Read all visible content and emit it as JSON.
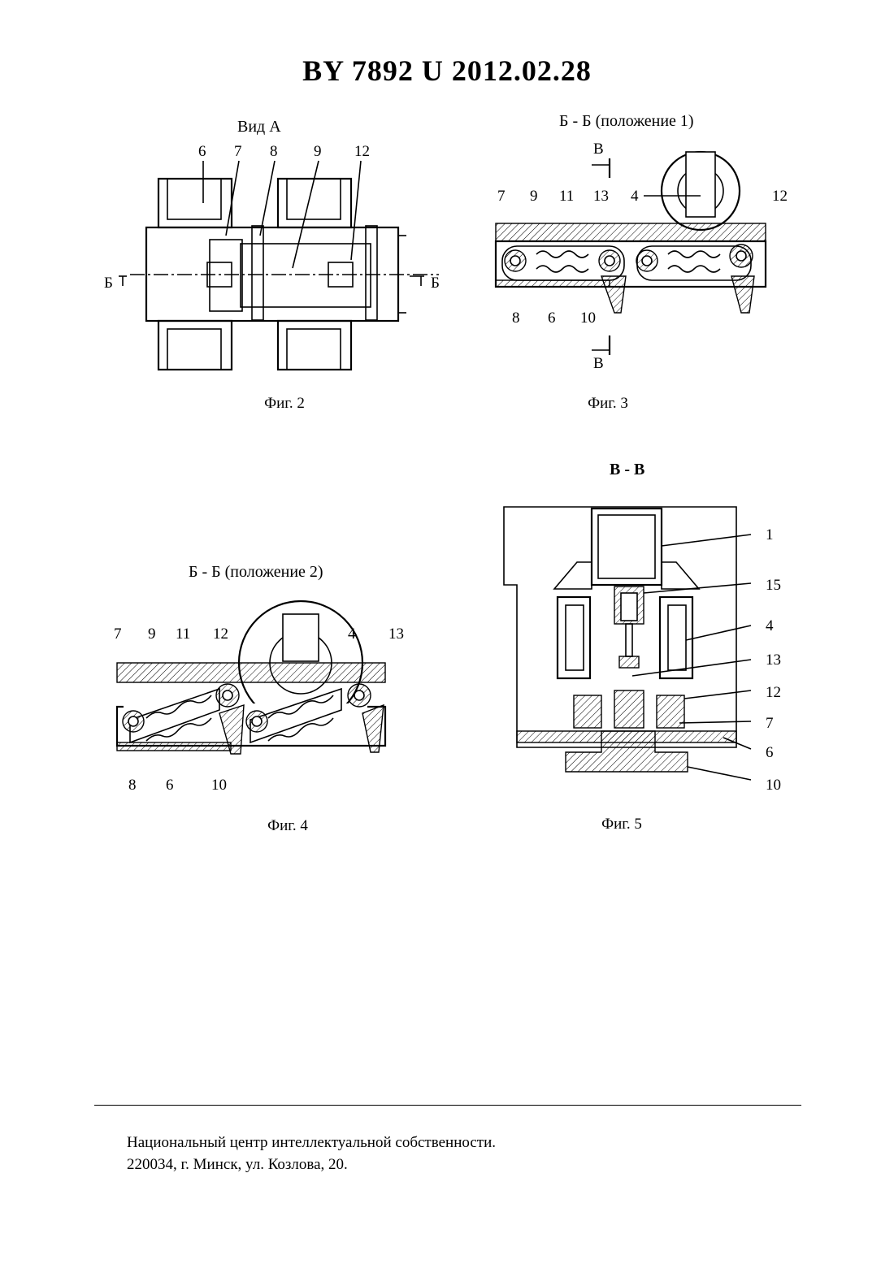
{
  "header": {
    "title": "BY  7892  U  2012.02.28"
  },
  "fig2": {
    "title": "Вид А",
    "caption": "Фиг. 2",
    "callouts": [
      "6",
      "7",
      "8",
      "9",
      "12"
    ],
    "section_left": "Б",
    "section_right": "Б"
  },
  "fig3": {
    "title": "Б - Б (положение 1)",
    "caption": "Фиг. 3",
    "callouts_top": [
      "7",
      "9",
      "11",
      "13",
      "4",
      "12"
    ],
    "callouts_bottom": [
      "8",
      "6",
      "10"
    ],
    "section_top": "В",
    "section_bottom": "В"
  },
  "fig4": {
    "title": "Б - Б (положение 2)",
    "caption": "Фиг. 4",
    "callouts_top": [
      "7",
      "9",
      "11",
      "12",
      "4",
      "13"
    ],
    "callouts_bottom": [
      "8",
      "6",
      "10"
    ]
  },
  "fig5": {
    "title": "В - В",
    "caption": "Фиг. 5",
    "callouts": [
      "1",
      "15",
      "4",
      "13",
      "12",
      "7",
      "6",
      "10"
    ]
  },
  "footer": {
    "line1": "Национальный центр интеллектуальной собственности.",
    "line2": "220034, г. Минск, ул. Козлова, 20."
  }
}
